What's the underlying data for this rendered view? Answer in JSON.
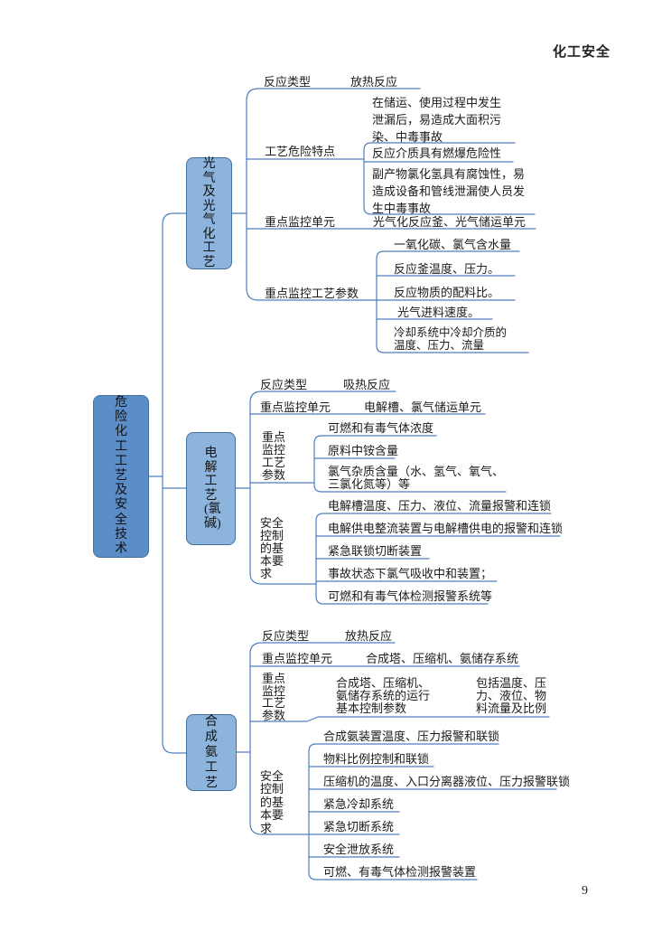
{
  "header": {
    "title": "化工安全"
  },
  "footer": {
    "page_number": "9"
  },
  "colors": {
    "root_fill": "#5b8dc8",
    "branch_fill": "#8db4dc",
    "node_border": "#41719c",
    "connector": "#4d7ec0"
  },
  "mindmap": {
    "root_label": "危险化工工艺及安全技术",
    "branches": {
      "phosgene": {
        "node_label": "光气及光气化工艺",
        "reaction_type_label": "反应类型",
        "reaction_type_value": "放热反应",
        "hazard_label": "工艺危险特点",
        "hazard_1": "在储运、使用过程中发生\n泄漏后，易造成大面积污\n染、中毒事故",
        "hazard_2": "反应介质具有燃爆危险性",
        "hazard_3": "副产物氯化氢具有腐蚀性，易\n造成设备和管线泄漏使人员发\n生中毒事故",
        "unit_label": "重点监控单元",
        "unit_value": "光气化反应釜、光气储运单元",
        "param_label": "重点监控工艺参数",
        "param_1": "一氧化碳、氯气含水量",
        "param_2": "反应釜温度、压力。",
        "param_3": "反应物质的配料比。",
        "param_4": "光气进料速度。",
        "param_5": "冷却系统中冷却介质的\n温度、压力、流量"
      },
      "chlor_alkali": {
        "node_label": "电解工艺(氯碱)",
        "reaction_type_label": "反应类型",
        "reaction_type_value": "吸热反应",
        "unit_label": "重点监控单元",
        "unit_value": "电解槽、氯气储运单元",
        "param_label": "重点监控工艺参数",
        "param_1": "可燃和有毒气体浓度",
        "param_2": "原料中铵含量",
        "param_3": "氯气杂质含量（水、氢气、氧气、\n三氯化氮等）等",
        "safety_label": "安全控制的基本要求",
        "safety_1": "电解槽温度、压力、液位、流量报警和连锁",
        "safety_2": "电解供电整流装置与电解槽供电的报警和连锁",
        "safety_3": "紧急联锁切断装置",
        "safety_4": "事故状态下氯气吸收中和装置；",
        "safety_5": "可燃和有毒气体检测报警系统等"
      },
      "ammonia": {
        "node_label": "合成氨工艺",
        "reaction_type_label": "反应类型",
        "reaction_type_value": "放热反应",
        "unit_label": "重点监控单元",
        "unit_value": "合成塔、压缩机、氨储存系统",
        "param_label": "重点监控工艺参数",
        "param_main": "合成塔、压缩机、\n氨储存系统的运行\n基本控制参数",
        "param_detail": "包括温度、压\n力、液位、物\n料流量及比例",
        "safety_label": "安全控制的基本要求",
        "safety_1": "合成氨装置温度、压力报警和联锁",
        "safety_2": "物料比例控制和联锁",
        "safety_3": "压缩机的温度、入口分离器液位、压力报警联锁",
        "safety_4": "紧急冷却系统",
        "safety_5": "紧急切断系统",
        "safety_6": "安全泄放系统",
        "safety_7": "可燃、有毒气体检测报警装置"
      }
    }
  }
}
